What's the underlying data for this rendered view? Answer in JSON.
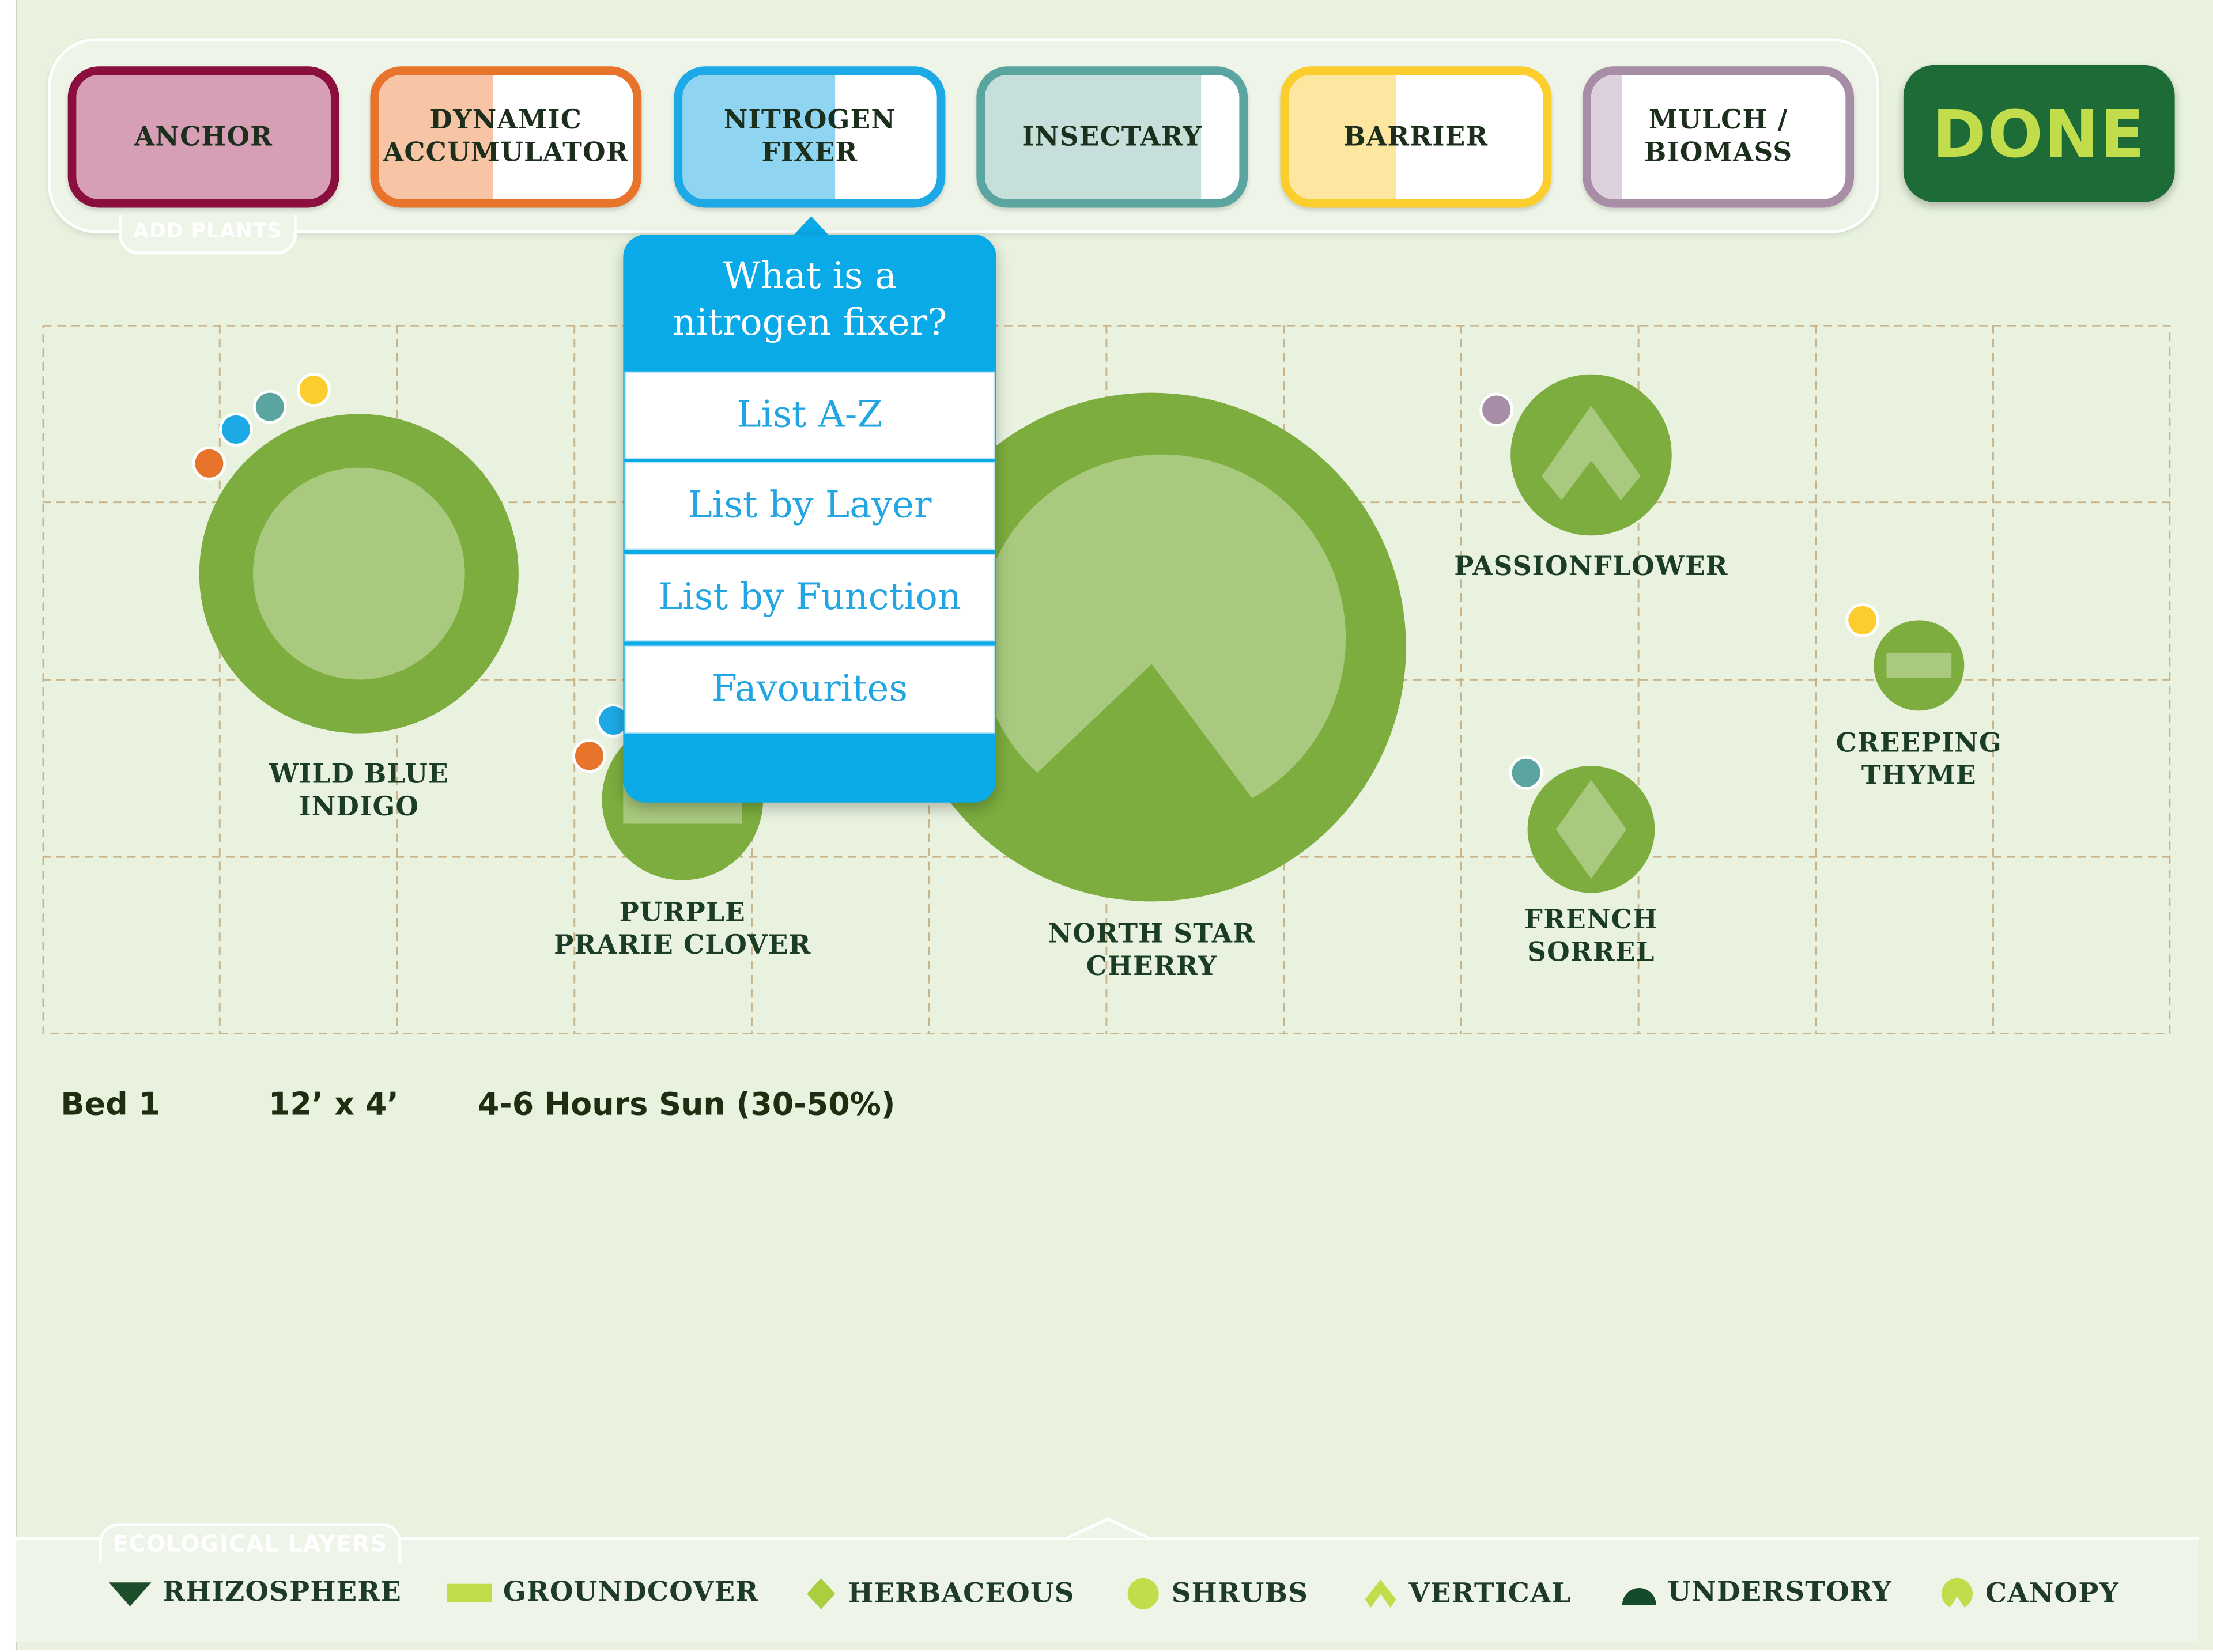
{
  "toolbar": {
    "add_plants_label": "ADD PLANTS",
    "filters": [
      {
        "label": "ANCHOR",
        "border": "#8b0f3e",
        "fill": "#d79fb6",
        "fill_fraction": 1.0
      },
      {
        "label": "DYNAMIC ACCUMULATOR",
        "border": "#e8732a",
        "fill": "#f7c4a6",
        "fill_fraction": 0.45
      },
      {
        "label": "NITROGEN FIXER",
        "border": "#1ca9e6",
        "fill": "#8fd5f2",
        "fill_fraction": 0.6
      },
      {
        "label": "INSECTARY",
        "border": "#5aa5a0",
        "fill": "#c6dfdb",
        "fill_fraction": 0.85
      },
      {
        "label": "BARRIER",
        "border": "#fbcd2d",
        "fill": "#fde7a0",
        "fill_fraction": 0.42
      },
      {
        "label": "MULCH / BIOMASS",
        "border": "#a88da6",
        "fill": "#ddd1dd",
        "fill_fraction": 0.12
      }
    ],
    "done_label": "DONE"
  },
  "popover": {
    "title": "What is a nitrogen fixer?",
    "items": [
      "List A-Z",
      "List by Layer",
      "List by Function",
      "Favourites"
    ]
  },
  "bed": {
    "plants": [
      {
        "name": "WILD BLUE INDIGO"
      },
      {
        "name": "PURPLE PRARIE CLOVER"
      },
      {
        "name": "NORTH STAR CHERRY"
      },
      {
        "name": "PASSIONFLOWER"
      },
      {
        "name": "CREEPING THYME"
      },
      {
        "name": "FRENCH SORREL"
      }
    ],
    "function_colors": {
      "anchor": "#8b0f3e",
      "dynamic_accumulator": "#e8732a",
      "nitrogen_fixer": "#1ca9e6",
      "insectary": "#5aa5a0",
      "barrier": "#fbcd2d",
      "mulch_biomass": "#a88da6"
    }
  },
  "bed_info": {
    "name": "Bed 1",
    "size": "12’ x 4’",
    "sun": "4-6 Hours Sun (30-50%)"
  },
  "legend": {
    "title": "ECOLOGICAL LAYERS",
    "items": [
      {
        "label": "RHIZOSPHERE",
        "icon": "down-triangle-icon"
      },
      {
        "label": "GROUNDCOVER",
        "icon": "bar-icon"
      },
      {
        "label": "HERBACEOUS",
        "icon": "diamond-icon"
      },
      {
        "label": "SHRUBS",
        "icon": "circle-icon"
      },
      {
        "label": "VERTICAL",
        "icon": "chevron-up-icon"
      },
      {
        "label": "UNDERSTORY",
        "icon": "dome-icon"
      },
      {
        "label": "CANOPY",
        "icon": "canopy-icon"
      }
    ]
  },
  "colors": {
    "background": "#e8f2df",
    "plant_dark": "#7cad3e",
    "plant_light": "#a9c97e",
    "text_dark": "#1c3d25",
    "done_bg": "#1d6b36",
    "done_text": "#c2dd4b",
    "popover": "#0aaae8"
  }
}
